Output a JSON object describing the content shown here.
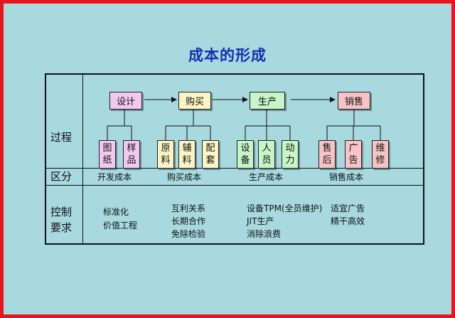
{
  "title": "成本的形成",
  "row_labels": {
    "process": "过程",
    "division": "区分",
    "control_line1": "控制",
    "control_line2": "要求"
  },
  "stages": [
    {
      "label": "设计",
      "color": "#f3c8f0",
      "subs": [
        [
          "图",
          "纸"
        ],
        [
          "样",
          "品"
        ]
      ],
      "cost": "开发成本"
    },
    {
      "label": "购买",
      "color": "#fbf5c6",
      "subs": [
        [
          "原",
          "料"
        ],
        [
          "辅",
          "料"
        ],
        [
          "配",
          "套"
        ]
      ],
      "cost": "购买成本"
    },
    {
      "label": "生产",
      "color": "#c8f5c8",
      "subs": [
        [
          "设",
          "备"
        ],
        [
          "人",
          "员"
        ],
        [
          "动",
          "力"
        ]
      ],
      "cost": "生产成本"
    },
    {
      "label": "销售",
      "color": "#f7c3c5",
      "subs": [
        [
          "售",
          "后"
        ],
        [
          "广",
          "告"
        ],
        [
          "维",
          "修"
        ]
      ],
      "cost": "销售成本"
    }
  ],
  "control": {
    "col1": [
      "标准化",
      "价值工程"
    ],
    "col2": [
      "互利关系",
      "长期合作",
      "免除检验"
    ],
    "col3": [
      "设备TPM(全员维护)",
      "JIT生产",
      "消除浪费"
    ],
    "col4": [
      "适宜广告",
      "精干高效"
    ]
  },
  "colors": {
    "background": "#a7d9df",
    "border": "#e8141c",
    "title": "#1530b0"
  }
}
